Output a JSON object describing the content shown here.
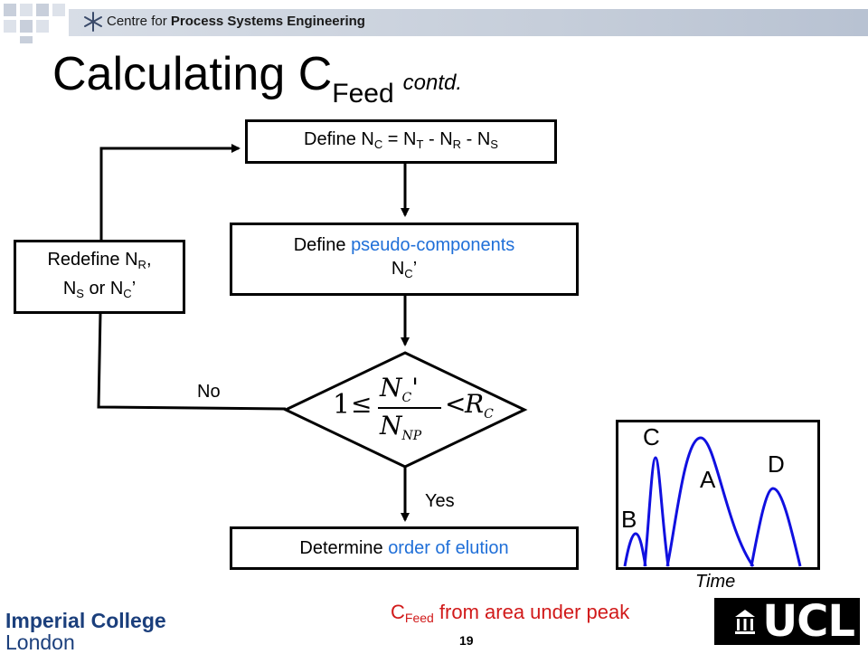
{
  "header": {
    "org_prefix": "Centre for ",
    "org_bold": "Process Systems Engineering"
  },
  "title": {
    "main": "Calculating C",
    "subscript": "Feed",
    "suffix": "contd."
  },
  "flow": {
    "box1": {
      "t1": "Define N",
      "s1": "C",
      "t2": " = N",
      "s2": "T",
      "t3": " - N",
      "s3": "R",
      "t4": " - N",
      "s4": "S"
    },
    "box2": {
      "prefix": "Define ",
      "highlight": "pseudo-components",
      "line2": "N",
      "line2_sub": "C",
      "line2_suffix": "’"
    },
    "redefine": {
      "t1": "Redefine N",
      "s1": "R",
      "t2": ",",
      "t3": "N",
      "s3": "S",
      "t4": " or N",
      "s4": "C",
      "t5": "’"
    },
    "decision": {
      "one": "1",
      "leq": "≤",
      "num": "N",
      "num_sub": "C",
      "num_prime": "'",
      "den": "N",
      "den_sub": "NP",
      "lt": "<",
      "r": "R",
      "r_sub": "C"
    },
    "no_label": "No",
    "yes_label": "Yes",
    "box3": {
      "prefix": "Determine ",
      "highlight": "order of elution"
    }
  },
  "peaks": {
    "labels": [
      "C",
      "D",
      "A",
      "B"
    ],
    "axis_label": "Time",
    "line_color": "#1010e0"
  },
  "footer": {
    "imperial_line1": "Imperial College",
    "imperial_line2": "London",
    "caption_c": "C",
    "caption_sub": "Feed",
    "caption_rest": " from area under peak",
    "page": "19",
    "ucl": "UCL"
  },
  "colors": {
    "accent_blue": "#1f6fd8",
    "caption_red": "#d11a1a",
    "imperial_blue": "#1b3f7c"
  }
}
